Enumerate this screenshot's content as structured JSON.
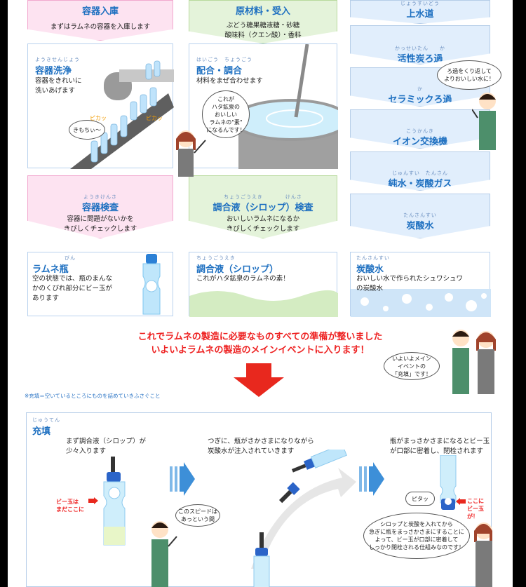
{
  "col_left": {
    "top_box": {
      "title": "容器入庫",
      "text": "まずはラムネの容器を入庫します"
    },
    "wash": {
      "ruby": "ようきせんじょう",
      "title": "容器洗浄",
      "text1": "容器をきれいに",
      "text2": "洗いあげます",
      "pika1": "ピカッ",
      "pika2": "ピカッ",
      "bubble": "きもちぃ〜"
    },
    "inspect": {
      "ruby": "ようきけんさ",
      "title": "容器検査",
      "text1": "容器に問題がないかを",
      "text2": "きびしくチェックします"
    },
    "bottle": {
      "ruby": "びん",
      "title": "ラムネ瓶",
      "text1": "空の状態では、瓶のまんな",
      "text2": "かのくびれ部分にビー玉が",
      "text3": "あります"
    }
  },
  "col_mid": {
    "top_box": {
      "title": "原材料・受入",
      "text1": "ぶどう糖果糖液糖・砂糖",
      "text2": "酸味料（クエン酸）・香料"
    },
    "mix": {
      "ruby": "はいごう　ちょうごう",
      "title": "配合・調合",
      "text": "材料をまぜ合わせます",
      "bubble1": "これが",
      "bubble2": "ハタ鉱泉の",
      "bubble3": "おいしい",
      "bubble4": "ラムネの\"素\"",
      "bubble5": "になるんです！"
    },
    "inspect": {
      "ruby": "ちょうごうえき　　　　けんさ",
      "title": "調合液（シロップ）検査",
      "text1": "おいしいラムネになるか",
      "text2": "きびしくチェックします"
    },
    "syrup": {
      "ruby": "ちょうごうえき",
      "title": "調合液（シロップ）",
      "text": "これがハタ鉱泉のラムネの素！"
    }
  },
  "col_right": {
    "steps": [
      {
        "ruby": "じょうすいどう",
        "title": "上水道"
      },
      {
        "ruby": "かっせいたん　　か",
        "title": "活性炭ろ過"
      },
      {
        "ruby": "か",
        "title": "セラミックろ過"
      },
      {
        "ruby": "こうかんき",
        "title": "イオン交換機"
      },
      {
        "ruby": "じゅんすい　たんさん",
        "title": "純水・炭酸ガス"
      },
      {
        "ruby": "たんさんすい",
        "title": "炭酸水"
      }
    ],
    "bubble1": "ろ過をくり返して",
    "bubble2": "よりおいしい水に！",
    "water": {
      "ruby": "たんさんすい",
      "title": "炭酸水",
      "text1": "おいしい水で作られたシュワシュワ",
      "text2": "の炭酸水"
    }
  },
  "main_message": {
    "line1": "これでラムネの製造に必要なものすべての準備が整いました",
    "line2": "いよいよラムネの製造のメインイベントに入ります！"
  },
  "event_bubble": {
    "l1": "いよいよメイン",
    "l2": "イベントの",
    "l3": "「充填」です！"
  },
  "footnote": "※充填＝空いているところにものを詰めていきふさぐこと",
  "filling": {
    "ruby": "じゅうてん",
    "title": "充填",
    "step1": {
      "l1": "まず調合液（シロップ）が",
      "l2": "少々入ります"
    },
    "step2": {
      "l1": "つぎに、瓶がさかさまになりながら",
      "l2": "炭酸水が注入されていきます"
    },
    "step3": {
      "l1": "瓶がまっさかさまになるとビー玉",
      "l2": "が口部に密着し、閉栓されます"
    },
    "label_left1": "ビー玉は",
    "label_left2": "まだここに",
    "speed1": "このスピードは",
    "speed2": "あっという間",
    "pitat": "ピタッ",
    "label_right1": "ここに",
    "label_right2": "ビー玉が！",
    "explain": {
      "l1": "シロップと炭酸を入れてから",
      "l2": "急ぎに瓶をまっさかさまにすることに",
      "l3": "よって、ビー玉が口部に密着して",
      "l4": "しっかり閉栓される仕組みなのです！"
    }
  },
  "colors": {
    "accent": "#1d6fc0",
    "red": "#e22222",
    "pink": "#fde3f1",
    "green": "#e4f3da",
    "blue": "#e1eefc"
  }
}
